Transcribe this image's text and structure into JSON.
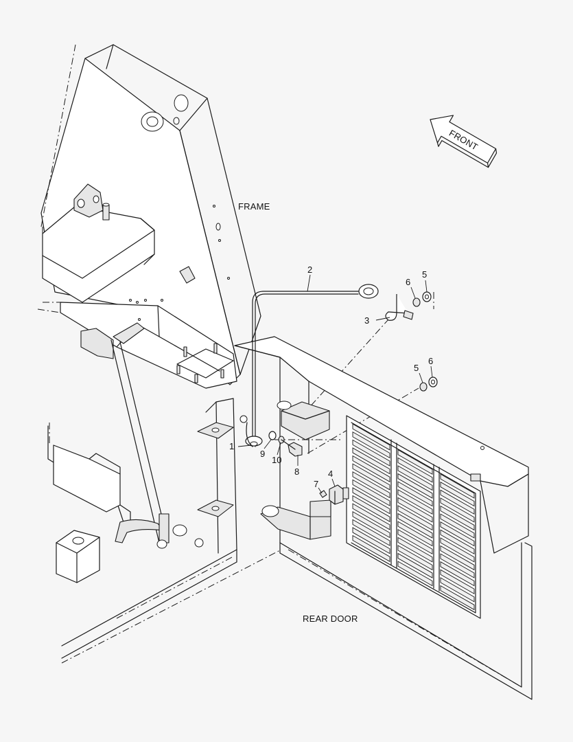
{
  "labels": {
    "frame": "FRAME",
    "rear_door": "REAR DOOR",
    "front": "FRONT"
  },
  "callouts": [
    {
      "id": "1",
      "text": "1"
    },
    {
      "id": "2",
      "text": "2"
    },
    {
      "id": "3",
      "text": "3"
    },
    {
      "id": "4",
      "text": "4"
    },
    {
      "id": "5a",
      "text": "5"
    },
    {
      "id": "5b",
      "text": "5"
    },
    {
      "id": "6a",
      "text": "6"
    },
    {
      "id": "6b",
      "text": "6"
    },
    {
      "id": "7",
      "text": "7"
    },
    {
      "id": "8",
      "text": "8"
    },
    {
      "id": "9",
      "text": "9"
    },
    {
      "id": "10",
      "text": "10"
    }
  ]
}
